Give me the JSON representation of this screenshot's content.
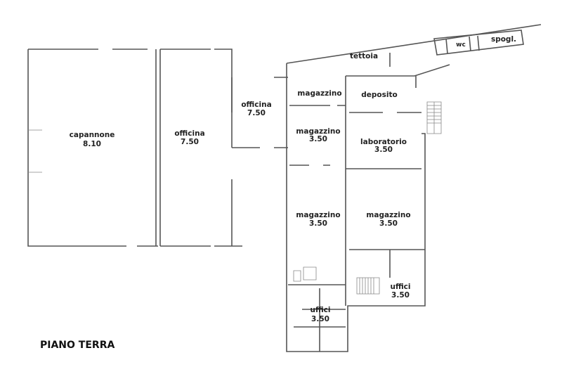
{
  "title": "PIANO TERRA",
  "rooms": {
    "capannone": {
      "name": "capannone",
      "height": "8.10"
    },
    "officina_large": {
      "name": "officina",
      "height": "7.50"
    },
    "officina_small": {
      "name": "officina",
      "height": "7.50"
    },
    "magazzino_top": {
      "name": "magazzino"
    },
    "magazzino_upper": {
      "name": "magazzino",
      "height": "3.50"
    },
    "deposito": {
      "name": "deposito"
    },
    "laboratorio": {
      "name": "laboratorio",
      "height": "3.50"
    },
    "magazzino_left": {
      "name": "magazzino",
      "height": "3.50"
    },
    "magazzino_right": {
      "name": "magazzino",
      "height": "3.50"
    },
    "uffici_right": {
      "name": "uffici",
      "height": "3.50"
    },
    "uffici_left": {
      "name": "uffici",
      "height": "3.50"
    },
    "tettoia": {
      "name": "tettoia"
    },
    "wc": {
      "name": "wc"
    },
    "spogl": {
      "name": "spogl."
    }
  }
}
